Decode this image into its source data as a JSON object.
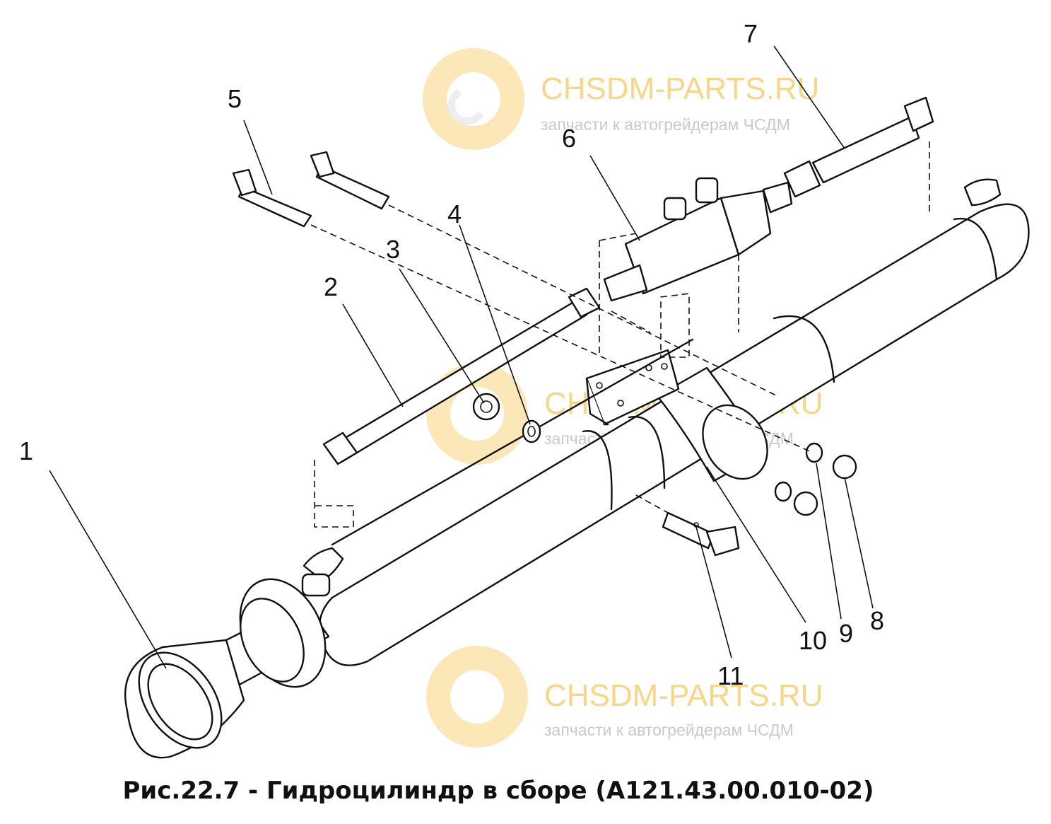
{
  "caption": "Рис.22.7 - Гидроцилиндр в сборе (А121.43.00.010-02)",
  "callouts": [
    "1",
    "2",
    "3",
    "4",
    "5",
    "6",
    "7",
    "8",
    "9",
    "10",
    "11"
  ],
  "watermark": {
    "title": "CHSDM-PARTS.RU",
    "subtitle": "запчасти к автогрейдерам ЧСДМ",
    "icon": "gear-logo-icon",
    "color": "#f7d68a"
  },
  "colors": {
    "ink": "#111111",
    "background": "#ffffff"
  }
}
